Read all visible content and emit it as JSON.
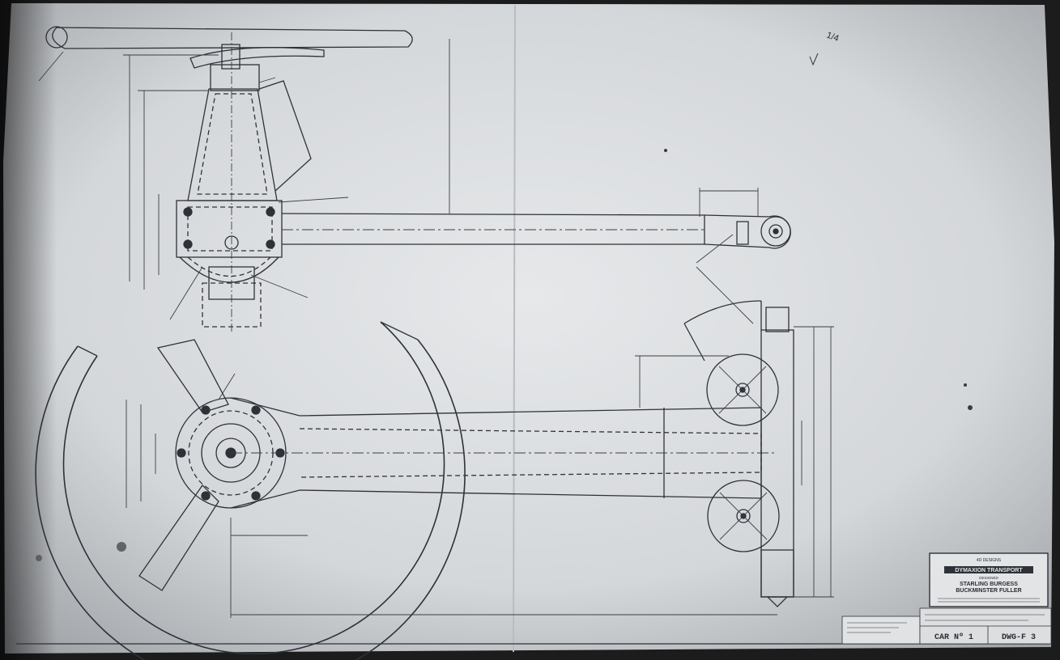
{
  "title_block": {
    "maker_line": "4D DESIGNS",
    "project_name": "DYMAXION TRANSPORT",
    "design_label": "DESIGNED",
    "designer_1": "STARLING BURGESS",
    "designer_2": "BUCKMINSTER FULLER"
  },
  "revision_block": {
    "car_number": "CAR Nº 1",
    "sheet_number": "DWG-F 3"
  },
  "handwriting": {
    "corner_note": "1/4"
  },
  "colors": {
    "paper": "#d9dcdf",
    "ink": "#2e3238",
    "vignette": "#1c1c1c"
  }
}
